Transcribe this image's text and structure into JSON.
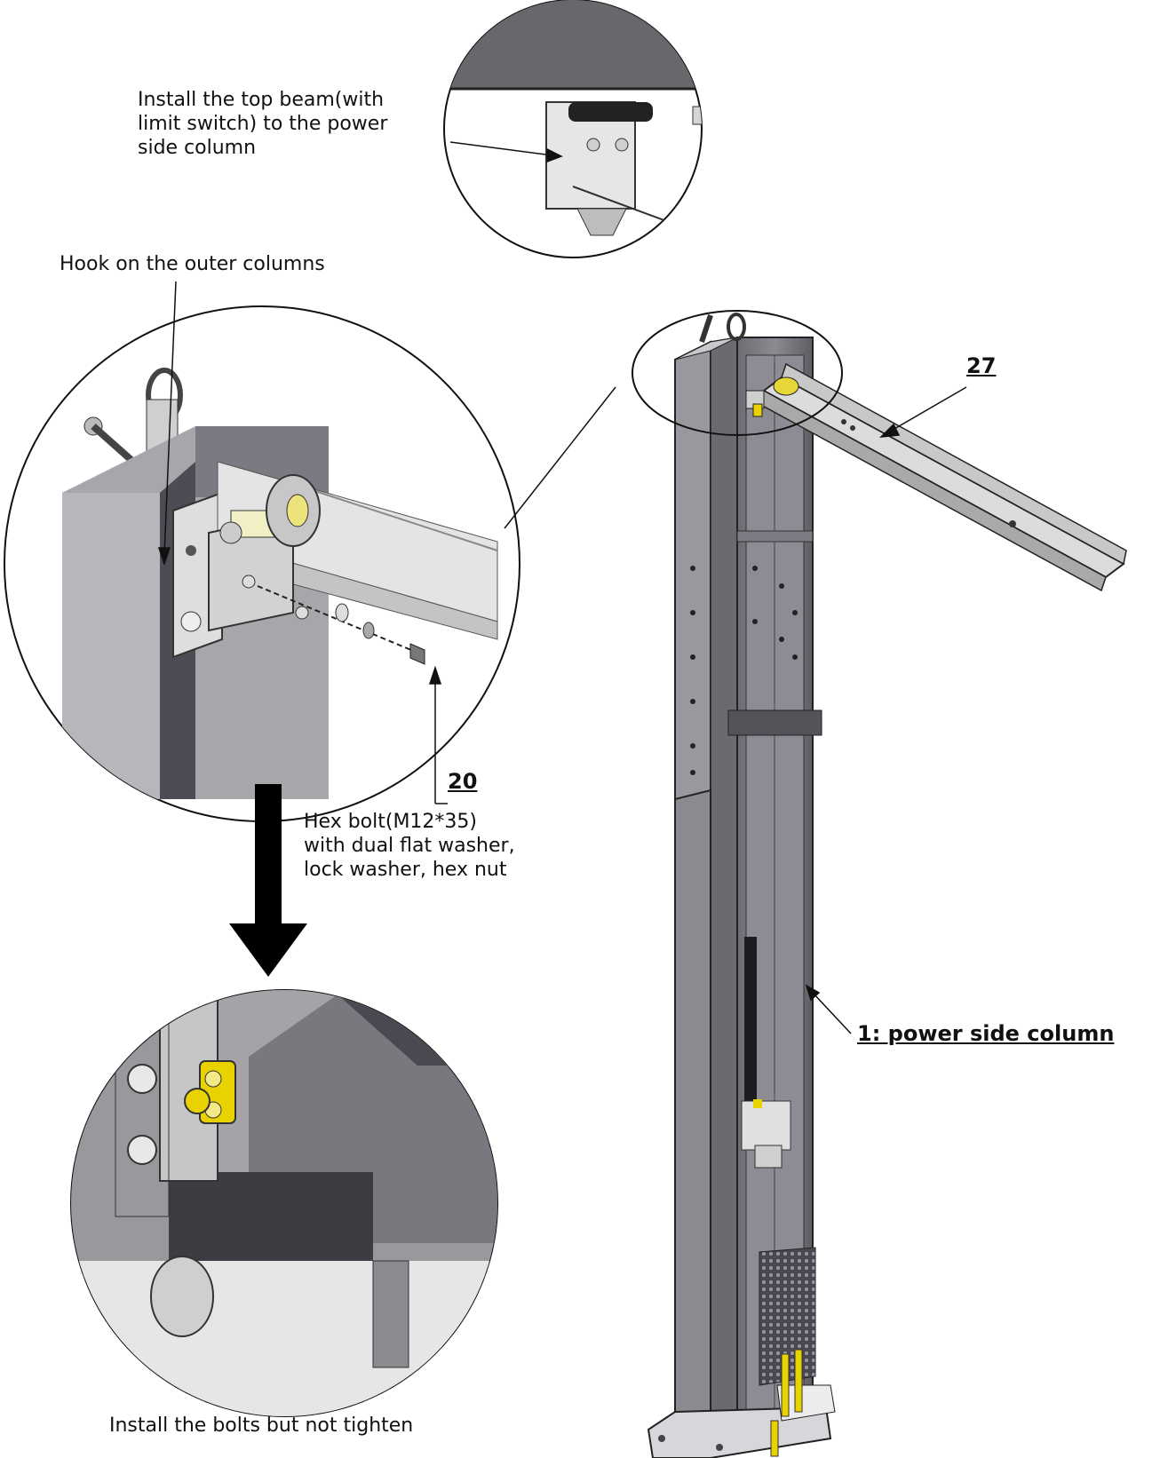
{
  "annotations": {
    "top_beam_note": "Install the top beam(with\nlimit switch) to the power\nside column",
    "hook_note": "Hook on the outer columns",
    "bolt_spec": "Hex bolt(M12*35)\nwith dual flat washer,\nlock washer, hex nut",
    "tighten_note": "Install the bolts but not tighten"
  },
  "part_labels": {
    "top_beam": "27",
    "hex_bolt": "20",
    "power_column": "1: power side column"
  },
  "colors": {
    "metal": "#8a8a8a",
    "shadow": "#5a5560",
    "highlight": "#e2e2e2",
    "brass": "#e8d200"
  }
}
